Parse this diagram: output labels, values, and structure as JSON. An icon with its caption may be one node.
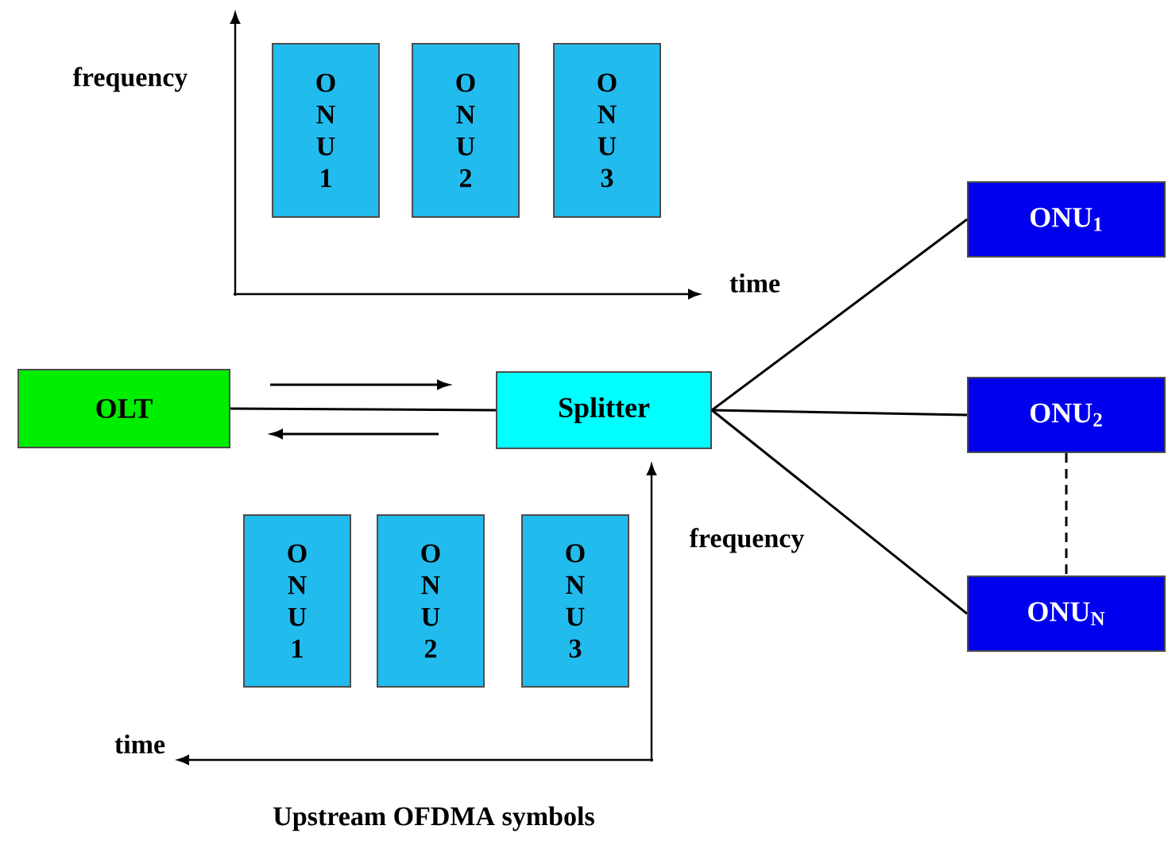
{
  "diagram": {
    "nodes": [
      {
        "text": [
          "OLT"
        ]
      },
      {
        "text": [
          "Splitter"
        ]
      },
      {
        "text": [
          "ONU$_{1}$"
        ]
      },
      {
        "text": [
          "ONU$_{2}$"
        ]
      },
      {
        "text": [
          "ONU$_{N}$"
        ]
      },
      {
        "text": [
          "O N U 1"
        ]
      },
      {
        "text": [
          "O N U 2"
        ]
      },
      {
        "text": [
          "O N U 3"
        ]
      },
      {
        "text": [
          "O N U 1"
        ]
      },
      {
        "text": [
          "O N U 2"
        ]
      },
      {
        "text": [
          "O N U 3"
        ]
      }
    ],
    "edges": [
      {
        "from": 0,
        "to": 1,
        "arrow": "none"
      },
      {
        "from": 1,
        "to": 2,
        "arrow": "none"
      },
      {
        "from": 1,
        "to": 3,
        "arrow": "none"
      },
      {
        "from": 1,
        "to": 4,
        "arrow": "none"
      },
      {
        "from": 3,
        "to": 4,
        "arrow": "none",
        "style": "dashed"
      }
    ],
    "labels": [
      "frequency",
      "time",
      "frequency",
      "time",
      "Upstream OFDMA symbols"
    ]
  }
}
